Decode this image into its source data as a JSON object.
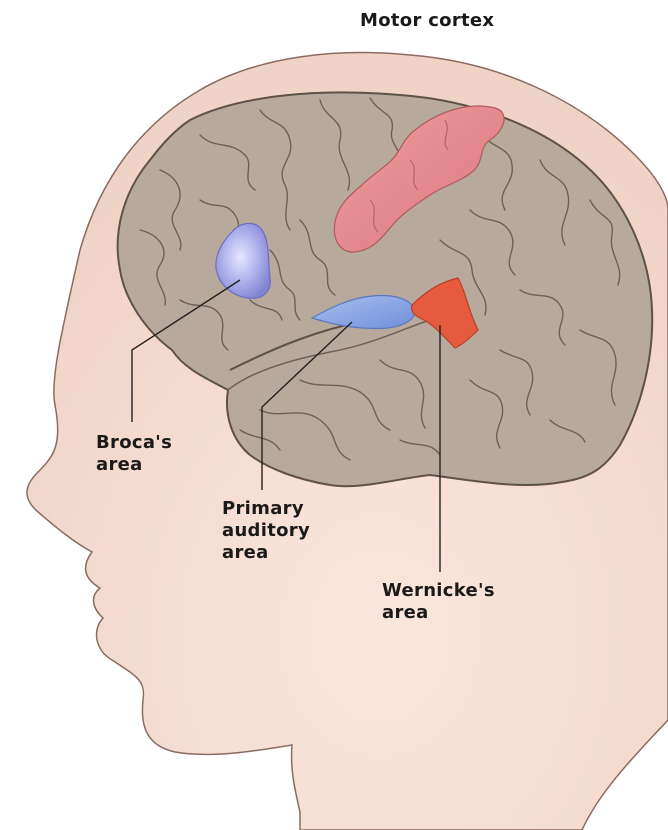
{
  "labels": {
    "motor_cortex": [
      "Motor cortex"
    ],
    "broca": [
      "Broca's",
      "area"
    ],
    "primary_auditory": [
      "Primary",
      "auditory",
      "area"
    ],
    "wernicke": [
      "Wernicke's",
      "area"
    ]
  },
  "colors": {
    "background": "#ffffff",
    "head_skin": "#f3d9cf",
    "head_outline": "#8a6b60",
    "brain": "#b8a99d",
    "brain_outline": "#5e5148",
    "gyri_lines": "#6e6057",
    "motor_cortex": "#e39598",
    "broca": "#9c9fe0",
    "primary_auditory": "#8aa7e2",
    "wernicke": "#e65a3d",
    "leader_lines": "#222222"
  }
}
